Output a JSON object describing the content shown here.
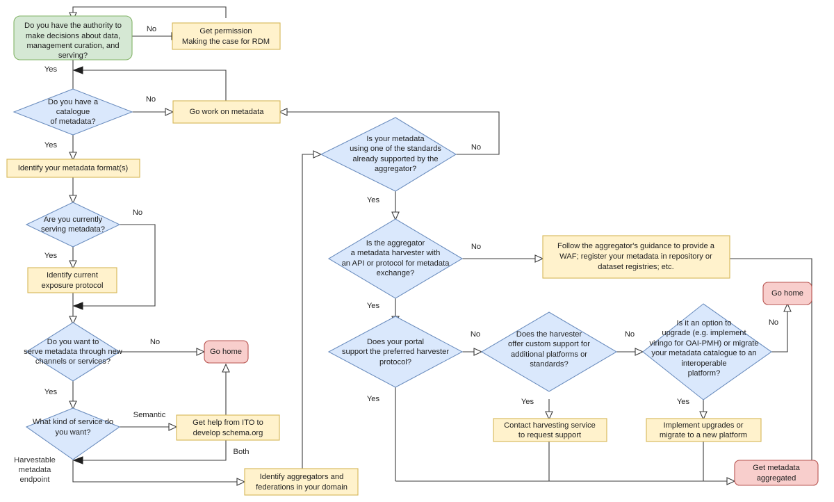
{
  "diagram": {
    "title": "Metadata aggregation decision flowchart",
    "colors": {
      "process_fill": "#fff2cc",
      "process_stroke": "#d6b656",
      "decision_fill": "#dae8fc",
      "decision_stroke": "#6c8ebf",
      "start_fill": "#d5e8d4",
      "start_stroke": "#82b366",
      "end_fill": "#f8cecc",
      "end_stroke": "#b85450",
      "line": "#3b3b3b"
    }
  },
  "nodes": {
    "authority": {
      "type": "terminator",
      "lines": [
        "Do you have the authority to",
        "make decisions about data,",
        "management curation, and",
        "serving?"
      ]
    },
    "get_permission": {
      "type": "process",
      "lines": [
        "Get permission",
        "Making the case for RDM"
      ]
    },
    "have_catalogue": {
      "type": "decision",
      "lines": [
        "Do you have a",
        "catalogue",
        "of metadata?"
      ]
    },
    "go_work_metadata": {
      "type": "process",
      "lines": [
        "Go work on metadata"
      ]
    },
    "identify_format": {
      "type": "process",
      "lines": [
        "Identify your metadata format(s)"
      ]
    },
    "currently_serving": {
      "type": "decision",
      "lines": [
        "Are you currently",
        "serving metadata?"
      ]
    },
    "identify_exposure": {
      "type": "process",
      "lines": [
        "Identify current",
        "exposure protocol"
      ]
    },
    "serve_new_channels": {
      "type": "decision",
      "lines": [
        "Do you want to",
        "serve metadata through new",
        "channels or services?"
      ]
    },
    "go_home_left": {
      "type": "terminator-end",
      "lines": [
        "Go home"
      ]
    },
    "kind_of_service": {
      "type": "decision",
      "lines": [
        "What kind of service do",
        "you want?"
      ]
    },
    "get_help_ito": {
      "type": "process",
      "lines": [
        "Get help from ITO to",
        "develop schema.org"
      ]
    },
    "identify_aggregators": {
      "type": "process",
      "lines": [
        "Identify aggregators and",
        "federations in your domain"
      ]
    },
    "metadata_standards": {
      "type": "decision",
      "lines": [
        "Is your metadata",
        "using one of the standards",
        "already supported by the",
        "aggregator?"
      ]
    },
    "aggregator_harvester": {
      "type": "decision",
      "lines": [
        "Is the aggregator",
        "a metadata harvester with",
        "an API or protocol for metadata",
        "exchange?"
      ]
    },
    "follow_guidance": {
      "type": "process",
      "lines": [
        "Follow the aggregator's guidance to provide a",
        "WAF; register your metadata in repository or",
        "dataset registries; etc."
      ]
    },
    "portal_supports": {
      "type": "decision",
      "lines": [
        "Does your portal",
        "support the preferred harvester",
        "protocol?"
      ]
    },
    "harvester_custom": {
      "type": "decision",
      "lines": [
        "Does the harvester",
        "offer custom support for",
        "additional platforms or",
        "standards?"
      ]
    },
    "option_to_upgrade": {
      "type": "decision",
      "lines": [
        "Is it an option to",
        "upgrade (e.g. implement",
        "viringo for OAI-PMH) or migrate",
        "your metadata catalogue to an",
        "interoperable",
        "platform?"
      ]
    },
    "go_home_right": {
      "type": "terminator-end",
      "lines": [
        "Go home"
      ]
    },
    "contact_harvesting": {
      "type": "process",
      "lines": [
        "Contact harvesting service",
        "to request support"
      ]
    },
    "implement_upgrades": {
      "type": "process",
      "lines": [
        "Implement upgrades or",
        "migrate to a new platform"
      ]
    },
    "get_metadata_aggregated": {
      "type": "terminator-end",
      "lines": [
        "Get metadata",
        "aggregated"
      ]
    }
  },
  "edge_labels": {
    "authority_no": "No",
    "authority_yes": "Yes",
    "catalogue_no": "No",
    "catalogue_yes": "Yes",
    "serving_no": "No",
    "serving_yes": "Yes",
    "new_channels_no": "No",
    "new_channels_yes": "Yes",
    "service_semantic": "Semantic",
    "service_both": "Both",
    "standards_no": "No",
    "standards_yes": "Yes",
    "harvester_api_no": "No",
    "harvester_api_yes": "Yes",
    "portal_no": "No",
    "portal_yes": "Yes",
    "custom_no": "No",
    "custom_yes": "Yes",
    "upgrade_no": "No",
    "upgrade_yes": "Yes"
  },
  "free_labels": {
    "harvestable_endpoint": [
      "Harvestable",
      "metadata",
      "endpoint"
    ]
  }
}
